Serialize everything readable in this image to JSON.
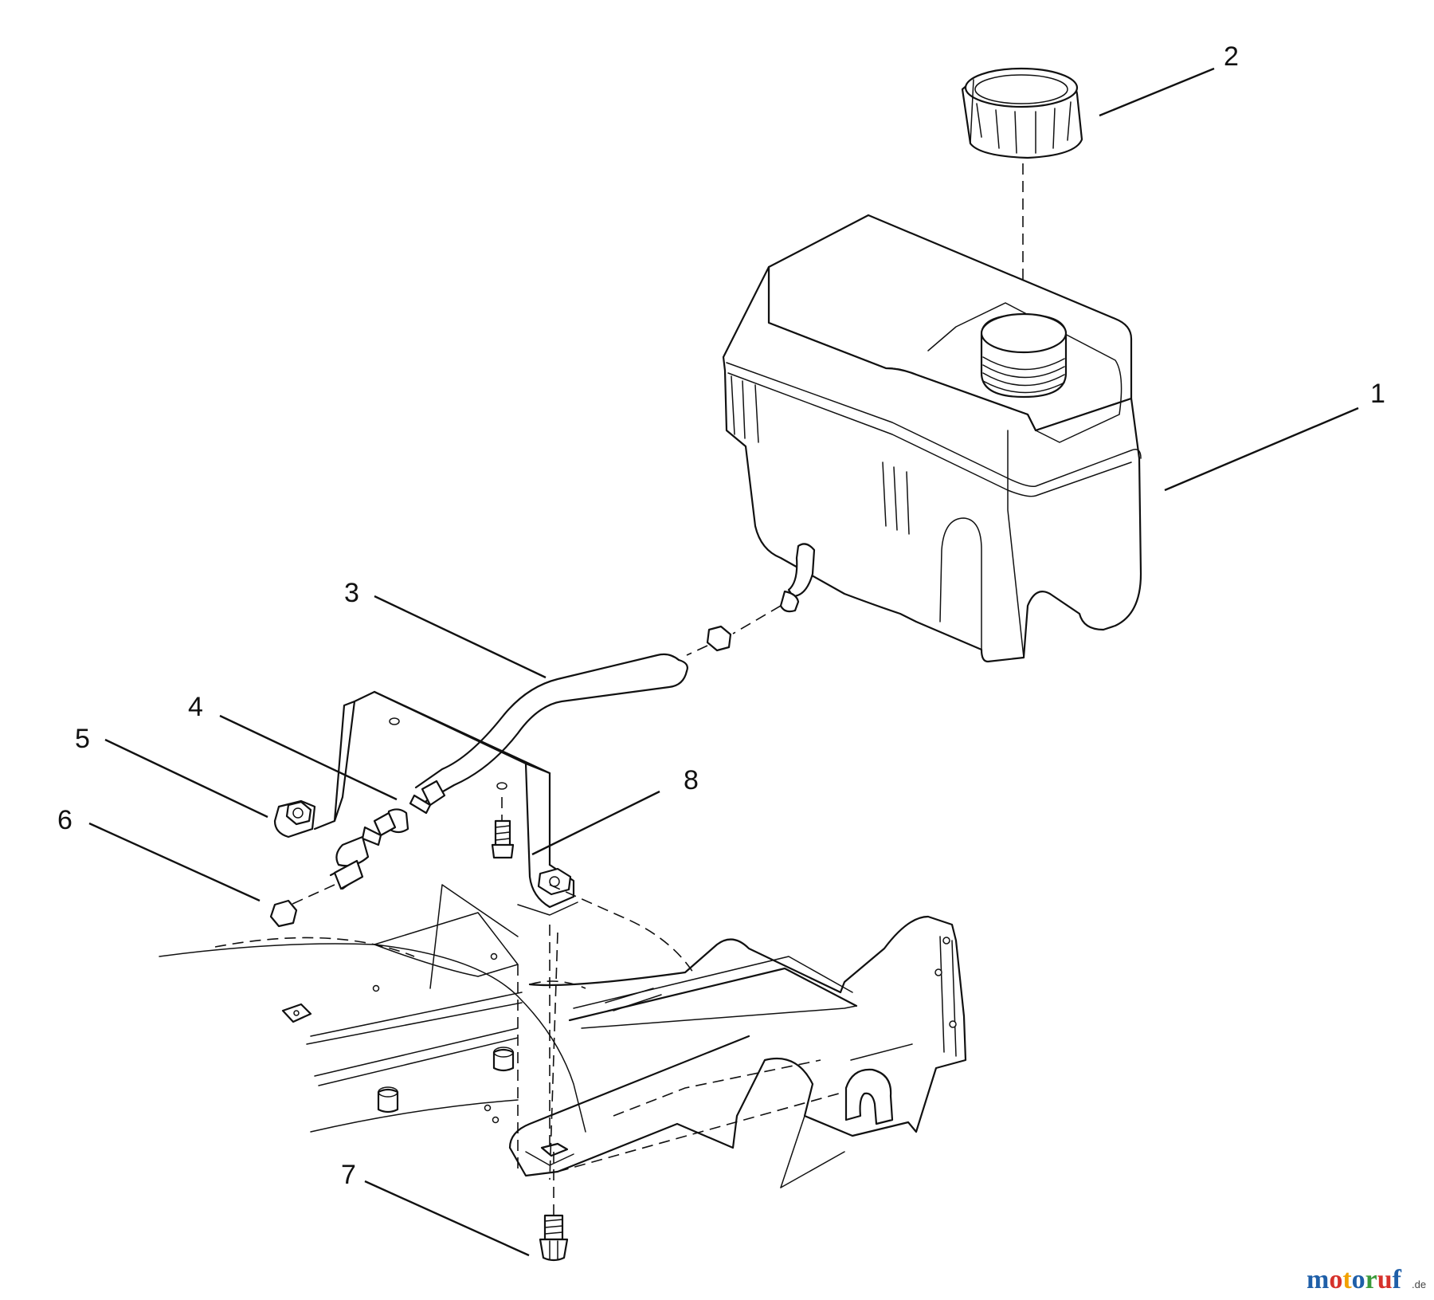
{
  "diagram": {
    "callouts": [
      {
        "id": "1",
        "label": "1"
      },
      {
        "id": "2",
        "label": "2"
      },
      {
        "id": "3",
        "label": "3"
      },
      {
        "id": "4",
        "label": "4"
      },
      {
        "id": "5",
        "label": "5"
      },
      {
        "id": "6",
        "label": "6"
      },
      {
        "id": "7",
        "label": "7"
      },
      {
        "id": "8",
        "label": "8"
      }
    ]
  },
  "watermark": {
    "letters": [
      "m",
      "o",
      "t",
      "o",
      "r",
      "u",
      "f"
    ],
    "colors": [
      "#1f5fa8",
      "#d6312b",
      "#f2a100",
      "#1f5fa8",
      "#3a9a3a",
      "#d6312b",
      "#1f5fa8"
    ],
    "suffix": ".de"
  }
}
